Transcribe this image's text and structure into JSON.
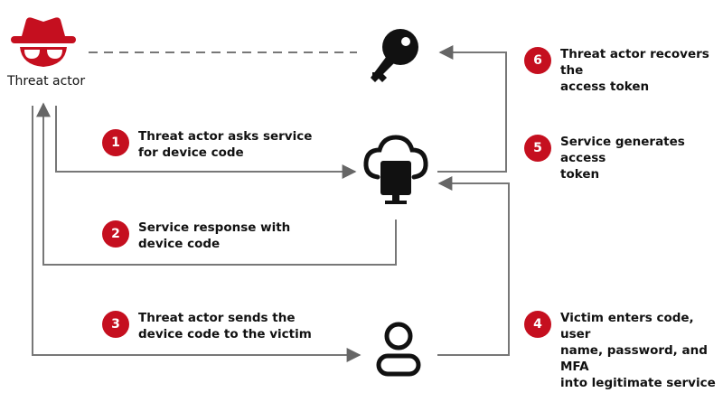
{
  "actor_label": "Threat actor",
  "steps": [
    {
      "number": "1",
      "line1": "Threat actor asks service",
      "line2": "for device code"
    },
    {
      "number": "2",
      "line1": "Service response with",
      "line2": "device code"
    },
    {
      "number": "3",
      "line1": "Threat actor sends the",
      "line2": "device code to the victim"
    },
    {
      "number": "4",
      "line1": "Victim enters code, user",
      "line2": "name, password, and MFA",
      "line3": "into legitimate service"
    },
    {
      "number": "5",
      "line1": "Service generates access",
      "line2": "token"
    },
    {
      "number": "6",
      "line1": "Threat actor recovers the",
      "line2": "access token"
    }
  ],
  "colors": {
    "badge": "#c50f1f",
    "hat": "#c50f1f",
    "line": "#777777",
    "icon": "#111111"
  },
  "icons": [
    "threat-actor-icon",
    "key-icon",
    "cloud-device-icon",
    "user-icon"
  ]
}
